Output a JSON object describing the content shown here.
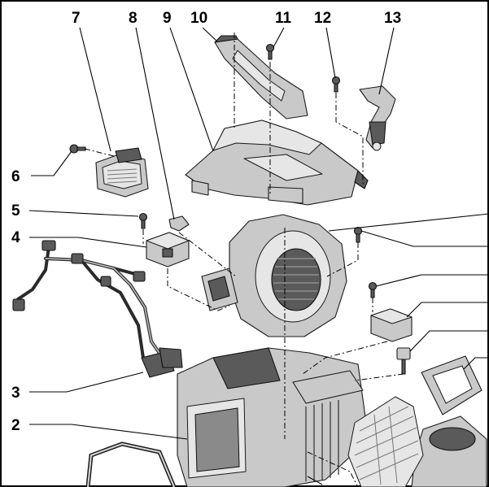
{
  "callouts": {
    "c2": "2",
    "c3": "3",
    "c4": "4",
    "c5": "5",
    "c6": "6",
    "c7": "7",
    "c8": "8",
    "c9": "9",
    "c10": "10",
    "c11": "11",
    "c12": "12",
    "c13": "13"
  }
}
